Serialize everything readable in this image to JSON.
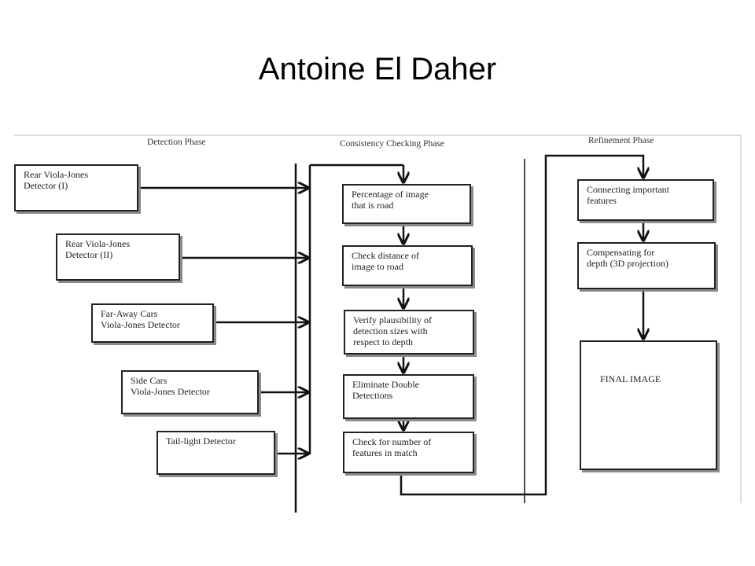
{
  "title": "Antoine El Daher",
  "phases": {
    "detection": "Detection Phase",
    "consistency": "Consistency Checking Phase",
    "refinement": "Refinement Phase"
  },
  "detectors": [
    "Rear Viola-Jones\nDetector (I)",
    "Rear Viola-Jones\nDetector (II)",
    "Far-Away Cars\nViola-Jones Detector",
    "Side Cars\nViola-Jones Detector",
    "Tail-light Detector"
  ],
  "checks": [
    "Percentage of image\nthat is road",
    "Check distance of\nimage to road",
    "Verify plausibility of\ndetection sizes with\nrespect to depth",
    "Eliminate Double\nDetections",
    "Check for number of\nfeatures in match"
  ],
  "refinements": [
    "Connecting important\nfeatures",
    "Compensating for\ndepth (3D projection)"
  ],
  "final": "FINAL IMAGE"
}
